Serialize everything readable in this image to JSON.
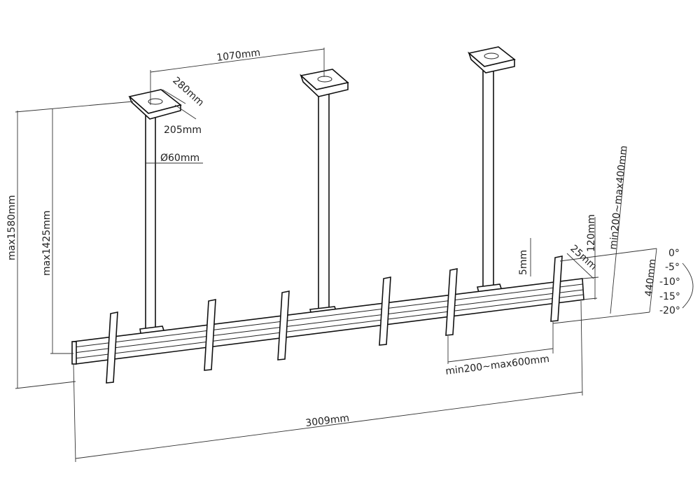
{
  "dimensions": {
    "pole_spacing": "1070mm",
    "plate_length": "280mm",
    "plate_width": "205mm",
    "pole_diameter": "Ø60mm",
    "max_total_height": "max1580mm",
    "max_pole_height": "max1425mm",
    "vertical_adjust": "5mm",
    "bracket_offset": "25mm",
    "rail_height": "120mm",
    "vertical_spacing": "min200~max400mm",
    "bracket_height": "440mm",
    "horizontal_spacing": "min200~max600mm",
    "total_width": "3009mm"
  },
  "tilt_angles": [
    "0°",
    "-5°",
    "-10°",
    "-15°",
    "-20°"
  ]
}
